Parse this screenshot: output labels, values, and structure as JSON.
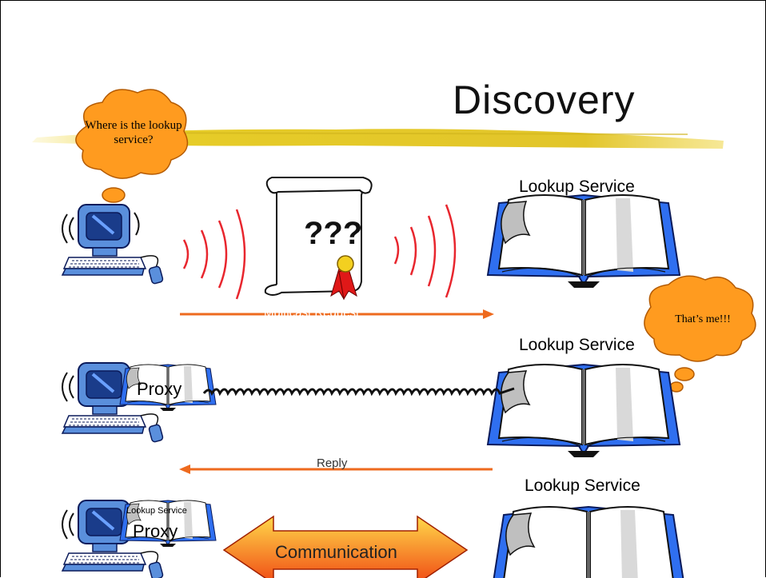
{
  "slide": {
    "title": "Discovery",
    "client_thought": "Where is the lookup service?",
    "service_thought": "That’s me!!!",
    "request_symbol": "???",
    "request_label": "Multicast Request",
    "reply_label": "Reply",
    "lookup_label": "Lookup Service",
    "proxy_label": "Proxy",
    "comm_label": "Communication",
    "colors": {
      "arrow": "#ee6a1e",
      "thought_bubble": "#ff9b1f",
      "waves": "#e8262e",
      "book_cover": "#2f6ff0",
      "title_highlight": "#e6cc28"
    }
  }
}
